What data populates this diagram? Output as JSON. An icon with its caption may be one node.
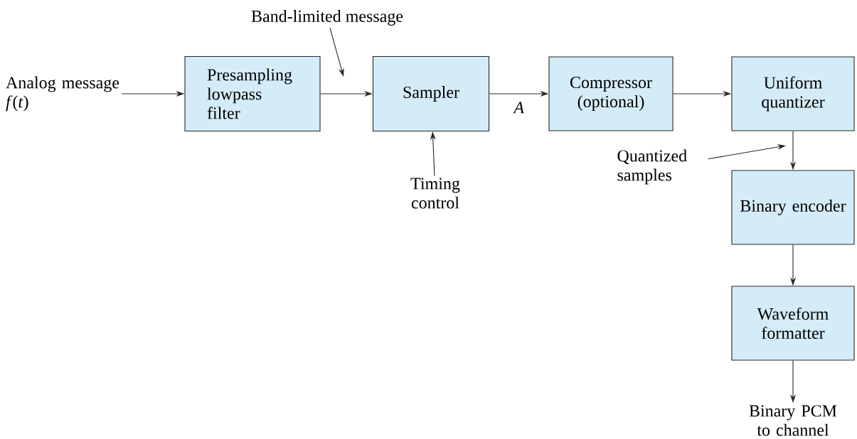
{
  "diagram": {
    "nodes": [
      {
        "text": [
          "Analog message *f*(*t*)"
        ]
      },
      {
        "text": [
          "Presampling lowpass filter"
        ]
      },
      {
        "text": [
          "Sampler"
        ]
      },
      {
        "text": [
          "Compressor (optional)"
        ]
      },
      {
        "text": [
          "Uniform quantizer"
        ]
      },
      {
        "text": [
          "Binary encoder"
        ]
      },
      {
        "text": [
          "Waveform formatter"
        ]
      },
      {
        "text": [
          "Binary PCM to channel"
        ]
      },
      {
        "text": [
          "Timing control"
        ]
      },
      {
        "text": [
          "Band-limited message"
        ]
      },
      {
        "text": [
          "Quantized samples"
        ]
      }
    ],
    "edges": [
      {
        "from": 0,
        "to": 1,
        "arrow": "to"
      },
      {
        "from": 1,
        "to": 2,
        "arrow": "to"
      },
      {
        "from": 2,
        "to": 3,
        "arrow": "to",
        "label": "A"
      },
      {
        "from": 3,
        "to": 4,
        "arrow": "to"
      },
      {
        "from": 4,
        "to": 5,
        "arrow": "to"
      },
      {
        "from": 5,
        "to": 6,
        "arrow": "to"
      },
      {
        "from": 6,
        "to": 7,
        "arrow": "to"
      },
      {
        "from": 8,
        "to": 2,
        "arrow": "to"
      },
      {
        "from": 9,
        "to": null,
        "arrow": "to"
      },
      {
        "from": 10,
        "to": null,
        "arrow": "to"
      }
    ]
  }
}
